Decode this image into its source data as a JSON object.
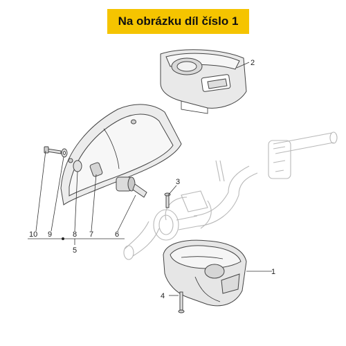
{
  "banner": {
    "text": "Na obrázku díl číslo 1"
  },
  "callouts": {
    "c1": "1",
    "c2": "2",
    "c3": "3",
    "c4": "4",
    "c5": "5",
    "c6": "6",
    "c7": "7",
    "c8": "8",
    "c9": "9",
    "c10": "10"
  },
  "colors": {
    "banner": "#f5c400",
    "part_fill": "#e9e9e9",
    "ghost_line": "#b8b8b8"
  }
}
